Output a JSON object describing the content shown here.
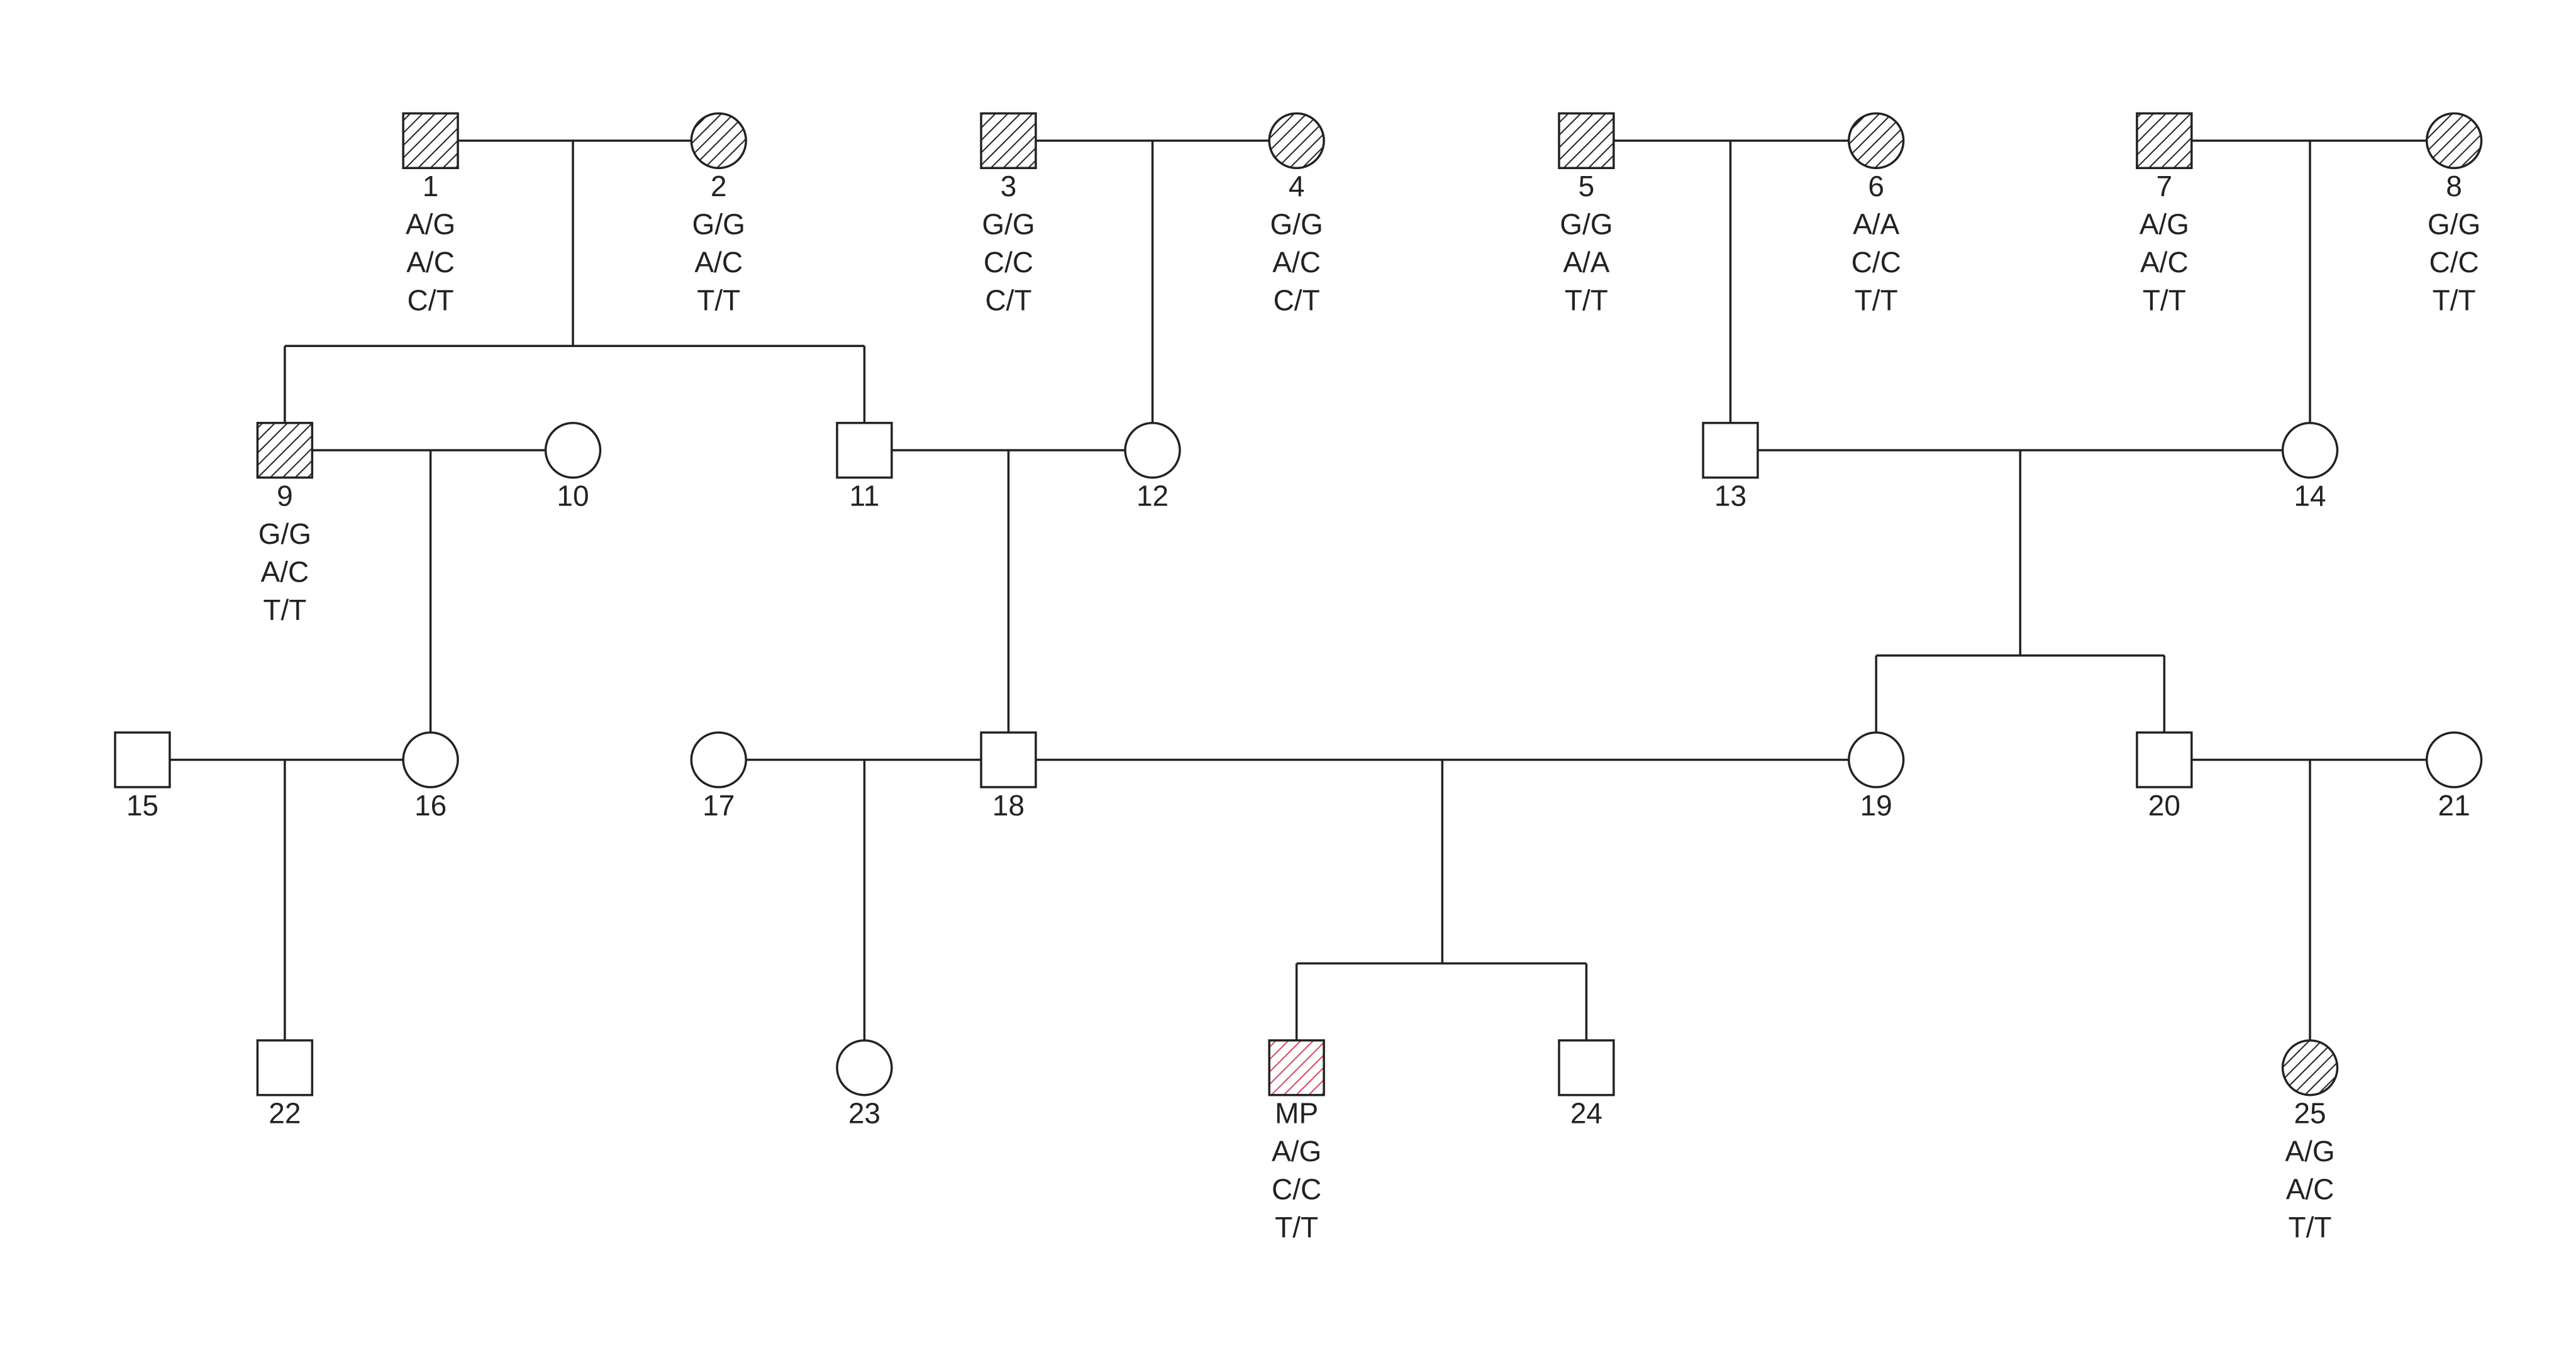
{
  "colors": {
    "line": "#222222",
    "hatch": "#222222",
    "highlight_hatch": "#d9455f",
    "background": "#ffffff"
  },
  "individuals": [
    {
      "id": "1",
      "sex": "male",
      "affected": true,
      "genotypes": [
        "A/G",
        "A/C",
        "C/T"
      ]
    },
    {
      "id": "2",
      "sex": "female",
      "affected": true,
      "genotypes": [
        "G/G",
        "A/C",
        "T/T"
      ]
    },
    {
      "id": "3",
      "sex": "male",
      "affected": true,
      "genotypes": [
        "G/G",
        "C/C",
        "C/T"
      ]
    },
    {
      "id": "4",
      "sex": "female",
      "affected": true,
      "genotypes": [
        "G/G",
        "A/C",
        "C/T"
      ]
    },
    {
      "id": "5",
      "sex": "male",
      "affected": true,
      "genotypes": [
        "G/G",
        "A/A",
        "T/T"
      ]
    },
    {
      "id": "6",
      "sex": "female",
      "affected": true,
      "genotypes": [
        "A/A",
        "C/C",
        "T/T"
      ]
    },
    {
      "id": "7",
      "sex": "male",
      "affected": true,
      "genotypes": [
        "A/G",
        "A/C",
        "T/T"
      ]
    },
    {
      "id": "8",
      "sex": "female",
      "affected": true,
      "genotypes": [
        "G/G",
        "C/C",
        "T/T"
      ]
    },
    {
      "id": "9",
      "sex": "male",
      "affected": true,
      "genotypes": [
        "G/G",
        "A/C",
        "T/T"
      ]
    },
    {
      "id": "10",
      "sex": "female",
      "affected": false,
      "genotypes": []
    },
    {
      "id": "11",
      "sex": "male",
      "affected": false,
      "genotypes": []
    },
    {
      "id": "12",
      "sex": "female",
      "affected": false,
      "genotypes": []
    },
    {
      "id": "13",
      "sex": "male",
      "affected": false,
      "genotypes": []
    },
    {
      "id": "14",
      "sex": "female",
      "affected": false,
      "genotypes": []
    },
    {
      "id": "15",
      "sex": "male",
      "affected": false,
      "genotypes": []
    },
    {
      "id": "16",
      "sex": "female",
      "affected": false,
      "genotypes": []
    },
    {
      "id": "17",
      "sex": "female",
      "affected": false,
      "genotypes": []
    },
    {
      "id": "18",
      "sex": "male",
      "affected": false,
      "genotypes": []
    },
    {
      "id": "19",
      "sex": "female",
      "affected": false,
      "genotypes": []
    },
    {
      "id": "20",
      "sex": "male",
      "affected": false,
      "genotypes": []
    },
    {
      "id": "21",
      "sex": "female",
      "affected": false,
      "genotypes": []
    },
    {
      "id": "22",
      "sex": "male",
      "affected": false,
      "genotypes": []
    },
    {
      "id": "23",
      "sex": "female",
      "affected": false,
      "genotypes": []
    },
    {
      "id": "MP",
      "sex": "male",
      "affected": true,
      "highlight": true,
      "genotypes": [
        "A/G",
        "C/C",
        "T/T"
      ]
    },
    {
      "id": "24",
      "sex": "male",
      "affected": false,
      "genotypes": []
    },
    {
      "id": "25",
      "sex": "female",
      "affected": true,
      "genotypes": [
        "A/G",
        "A/C",
        "T/T"
      ]
    }
  ],
  "couples": [
    {
      "a": "1",
      "b": "2",
      "children": [
        "9",
        "11"
      ]
    },
    {
      "a": "3",
      "b": "4",
      "children": [
        "12"
      ]
    },
    {
      "a": "5",
      "b": "6",
      "children": [
        "13"
      ]
    },
    {
      "a": "7",
      "b": "8",
      "children": [
        "14"
      ]
    },
    {
      "a": "9",
      "b": "10",
      "children": [
        "16"
      ]
    },
    {
      "a": "11",
      "b": "12",
      "children": [
        "18"
      ]
    },
    {
      "a": "13",
      "b": "14",
      "children": [
        "19",
        "20"
      ]
    },
    {
      "a": "15",
      "b": "16",
      "children": [
        "22"
      ]
    },
    {
      "a": "17",
      "b": "18",
      "children": [
        "23"
      ]
    },
    {
      "a": "18",
      "b": "19",
      "children": [
        "MP",
        "24"
      ]
    },
    {
      "a": "20",
      "b": "21",
      "children": [
        "25"
      ]
    }
  ]
}
